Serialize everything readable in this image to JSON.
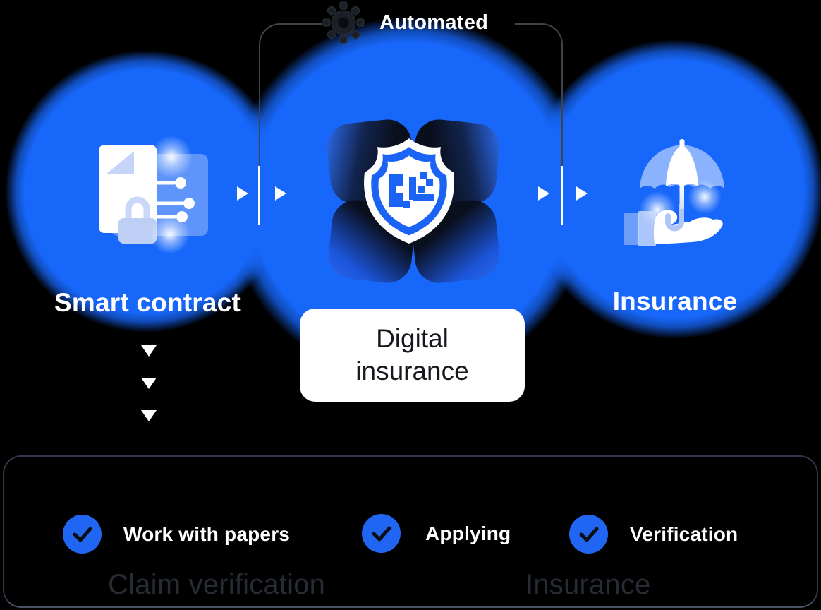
{
  "canvas": {
    "background": "#000000"
  },
  "flow": {
    "automated_label": "Automated",
    "nodes": [
      {
        "id": "smart-contract",
        "label": "Smart contract",
        "icon": "document-lock-circuit-icon"
      },
      {
        "id": "digital-insurance",
        "label_line1": "Digital",
        "label_line2": "insurance",
        "icon": "shield-qr-icon"
      },
      {
        "id": "insurance",
        "label": "Insurance",
        "icon": "umbrella-hand-icon"
      }
    ]
  },
  "checklist": [
    {
      "label": "Work with papers",
      "icon": "check-icon"
    },
    {
      "label": "Applying",
      "icon": "check-icon"
    },
    {
      "label": "Verification",
      "icon": "check-icon"
    }
  ],
  "sections": {
    "left_label": "Claim verification",
    "right_label": "Insurance"
  },
  "icons": {
    "gear": "gear-icon",
    "arrows_right": "arrow-right-icon",
    "arrows_down": "arrow-down-icon",
    "check": "check-icon"
  },
  "colors": {
    "accent_blue": "#1767fa",
    "check_circle_blue": "#2166f2",
    "card_bg": "#ffffff",
    "card_text": "#16181d",
    "dim_label": "#262b34",
    "panel_border": "#30374a",
    "bracket_line": "#3f434b",
    "shield_pixel_blue": "#1a63f5"
  }
}
